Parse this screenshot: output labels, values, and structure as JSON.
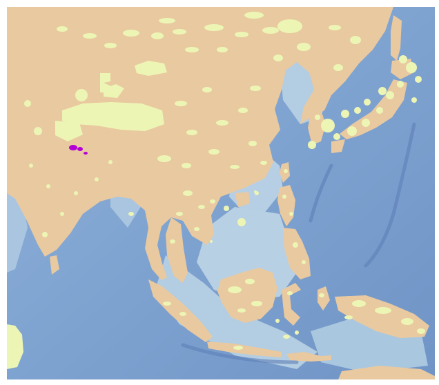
{
  "map": {
    "colors": {
      "ocean_shallow": "#b3cde2",
      "ocean_deep": "#7a9fcf",
      "trench": "#5d7fb8",
      "land": "#e9c9a0",
      "protected_area": "#edf5b5",
      "highlight": "#b300d6"
    },
    "layers": [
      "bathymetry",
      "land",
      "protected-areas",
      "highlighted-sites"
    ]
  }
}
